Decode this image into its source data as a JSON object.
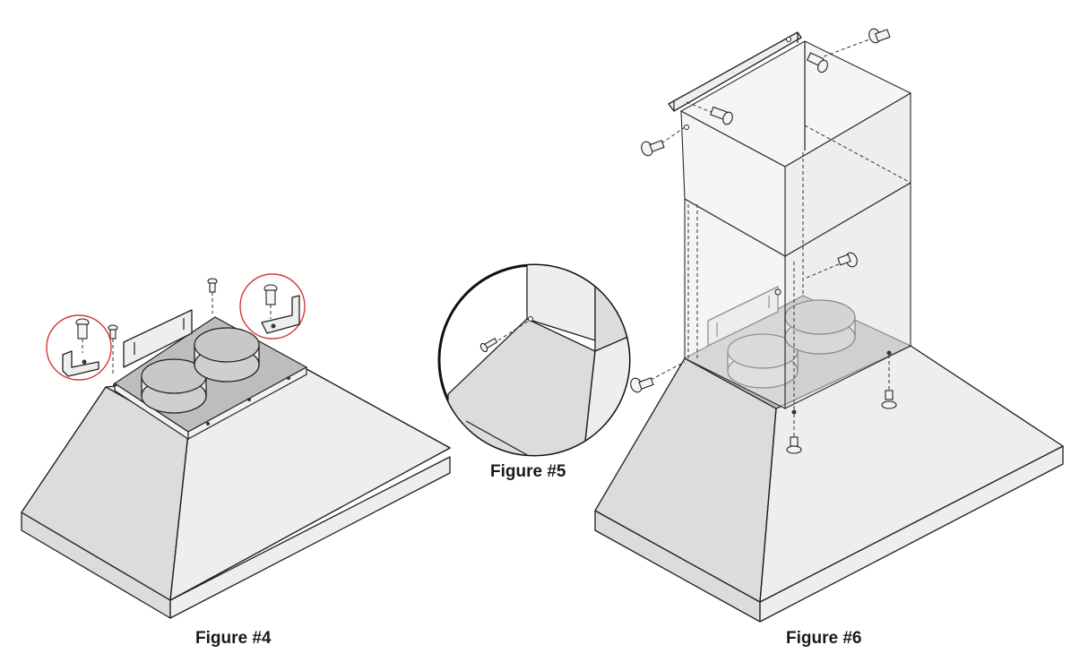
{
  "figures": {
    "fig4": {
      "caption": "Figure #4"
    },
    "fig5": {
      "caption": "Figure #5"
    },
    "fig6": {
      "caption": "Figure #6"
    }
  },
  "colors": {
    "hood_fill": "#e6e6e6",
    "collar_fill": "#bdbdbd",
    "highlight_ring": "#d23a3a",
    "outline": "#1f1f1f"
  }
}
